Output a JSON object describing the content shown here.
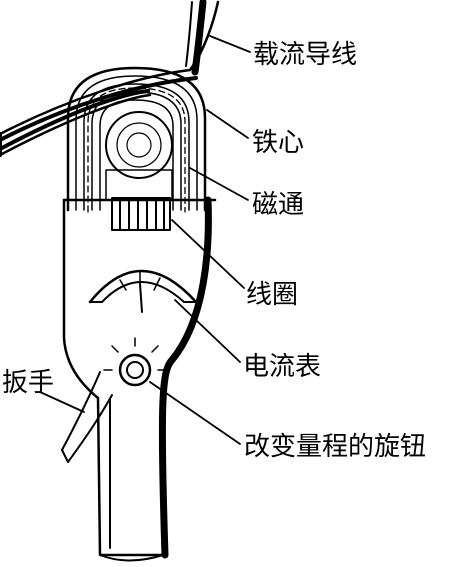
{
  "labels": {
    "conductor": "载流导线",
    "iron_core": "铁心",
    "magnetic_flux": "磁通",
    "coil": "线圈",
    "ammeter": "电流表",
    "wrench": "扳手",
    "range_knob": "改变量程的旋钮"
  },
  "colors": {
    "ink": "#000000",
    "paper": "#ffffff"
  }
}
